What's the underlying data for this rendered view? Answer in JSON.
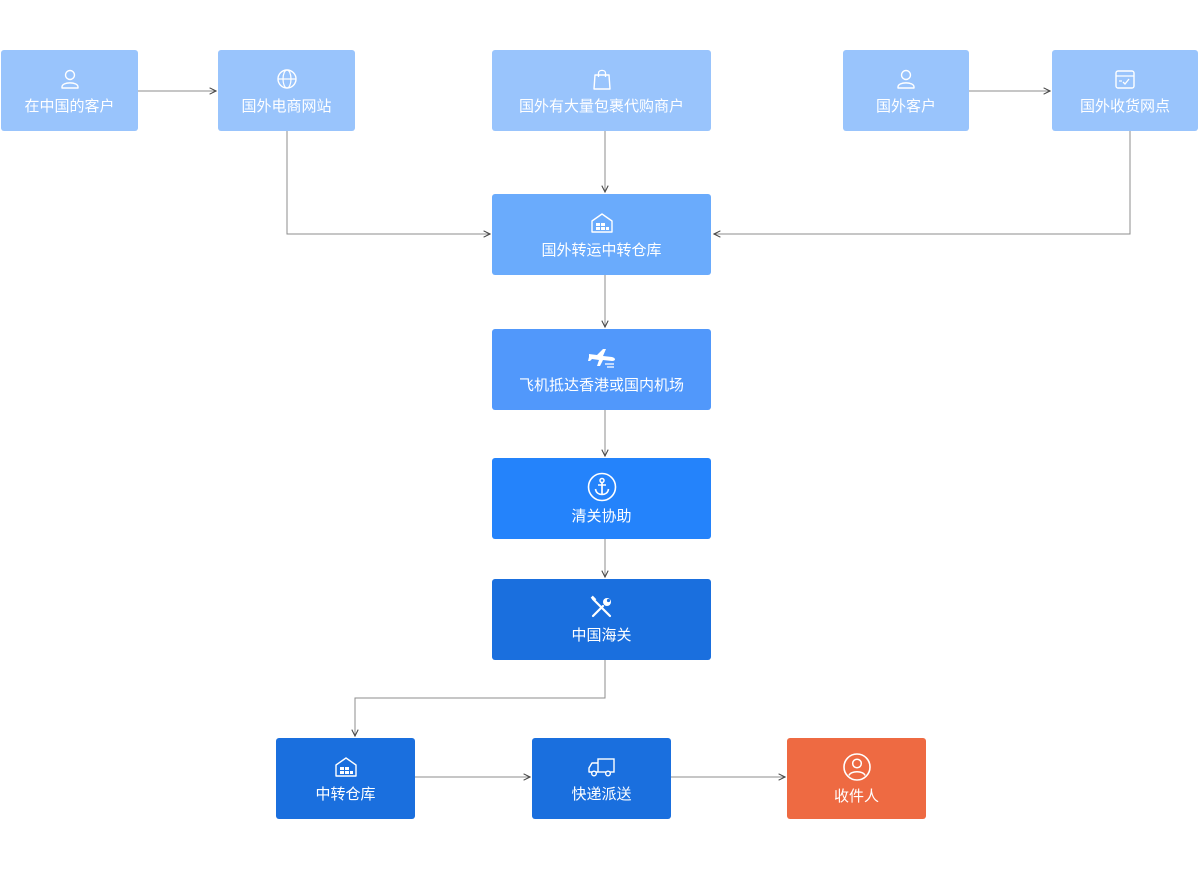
{
  "nodes": {
    "china_customer": "在中国的客户",
    "overseas_ecommerce": "国外电商网站",
    "overseas_merchant": "国外有大量包裹代购商户",
    "overseas_customer": "国外客户",
    "overseas_pickup": "国外收货网点",
    "overseas_warehouse": "国外转运中转仓库",
    "flight_arrival": "飞机抵达香港或国内机场",
    "clearance_assist": "清关协助",
    "china_customs": "中国海关",
    "transit_warehouse": "中转仓库",
    "express_delivery": "快递派送",
    "recipient": "收件人"
  },
  "colors": {
    "light": "#99c4fc",
    "mid": "#6aabfc",
    "mid2": "#5198fb",
    "blue": "#2483fb",
    "dark": "#1a6fde",
    "orange": "#ee6a42",
    "connector": "#8c8c8c"
  },
  "icons": {
    "china_customer": "user-icon",
    "overseas_ecommerce": "globe-icon",
    "overseas_merchant": "shopping-bag-icon",
    "overseas_customer": "user-icon",
    "overseas_pickup": "parcel-box-icon",
    "overseas_warehouse": "warehouse-icon",
    "flight_arrival": "airplane-icon",
    "clearance_assist": "anchor-icon",
    "china_customs": "tools-icon",
    "transit_warehouse": "warehouse-icon",
    "express_delivery": "truck-icon",
    "recipient": "user-circle-icon"
  }
}
